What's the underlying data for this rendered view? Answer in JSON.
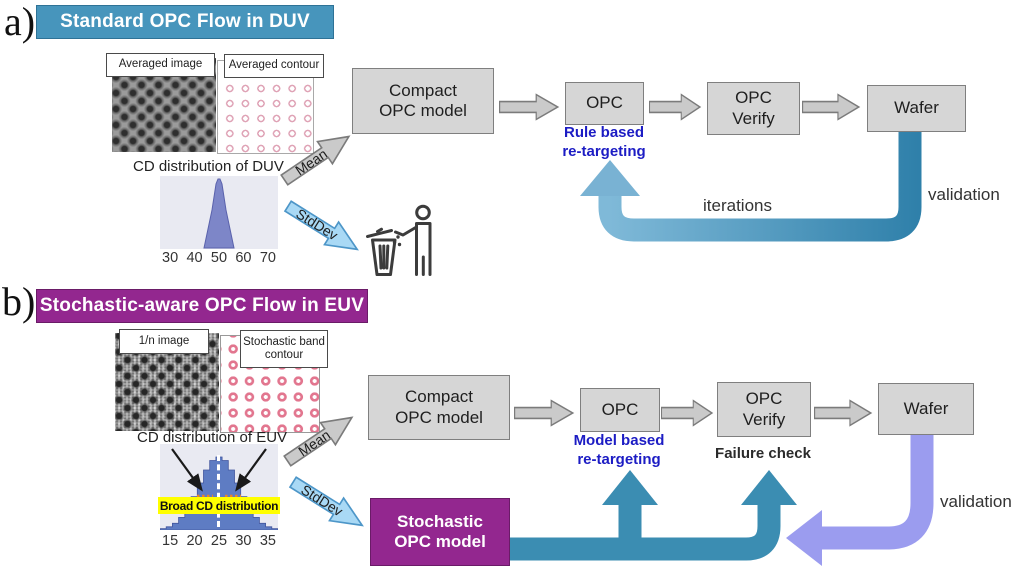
{
  "a": {
    "label": "a)",
    "title": "Standard OPC Flow in DUV",
    "image_label": "Averaged image",
    "contour_label": "Averaged contour",
    "dist_title": "CD distribution of DUV",
    "ticks": [
      "30",
      "40",
      "50",
      "60",
      "70"
    ],
    "mean": "Mean",
    "stddev": "StdDev",
    "compact": "Compact\nOPC model",
    "opc": "OPC",
    "retarget": "Rule based\nre-targeting",
    "verify": "OPC\nVerify",
    "wafer": "Wafer",
    "iterations": "iterations",
    "validation": "validation"
  },
  "b": {
    "label": "b)",
    "title": "Stochastic-aware OPC Flow in EUV",
    "image_label": "1/n image",
    "contour_label": "Stochastic band\ncontour",
    "dist_title": "CD distribution of EUV",
    "broad": "Broad CD distribution",
    "ticks": [
      "15",
      "20",
      "25",
      "30",
      "35"
    ],
    "mean": "Mean",
    "stddev": "StdDev",
    "compact": "Compact\nOPC model",
    "opc": "OPC",
    "retarget": "Model based\nre-targeting",
    "verify": "OPC\nVerify",
    "failure": "Failure check",
    "wafer": "Wafer",
    "stochastic": "Stochastic\nOPC model",
    "validation": "validation"
  },
  "colors": {
    "duv_header": "#4795BC",
    "euv_header": "#93278F",
    "teal_feedback": "#3B8DB2",
    "periwinkle_feedback": "#9B9CEF",
    "stddev_arrow_fill": "#A9D9F5",
    "mean_arrow_fill": "#CACACA",
    "flow_box_fill": "#D6D6D6",
    "retarget_text": "#1C1CC4",
    "highlight_yellow": "#FFFF00",
    "histogram_blue": "#5E7CC3",
    "spike_blue": "#7D86C8",
    "plot_bg": "#E9EAF2",
    "contour_pink_duv": "#DFA3B6",
    "contour_pink_euv": "#E2768F"
  }
}
